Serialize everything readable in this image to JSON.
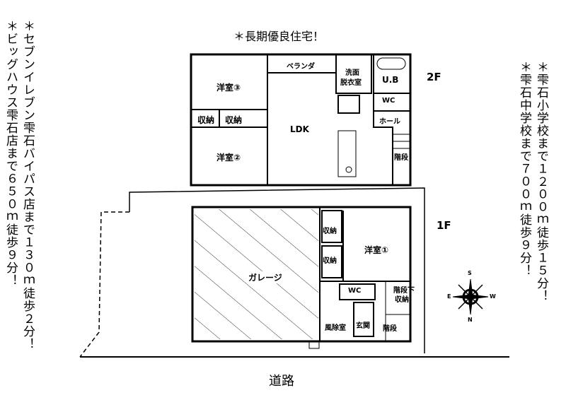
{
  "title": "＊長期優良住宅！",
  "left_notes": [
    "＊セブンイレブン雫石バイパス店まで１３０ｍ徒歩２分！",
    "＊ビッグハウス雫石店まで６５０ｍ徒歩９分！"
  ],
  "right_notes": [
    "＊雫石小学校まで１２００ｍ徒歩１５分！",
    "＊雫石中学校まで７００ｍ徒歩９分！"
  ],
  "floor2": {
    "label": "2F",
    "rooms": {
      "yoshitsu3": "洋室③",
      "yoshitsu2": "洋室②",
      "storage_a": "収納",
      "storage_b": "収納",
      "ldk": "LDK",
      "veranda": "ベランダ",
      "washroom1": "洗面",
      "washroom2": "脱衣室",
      "bath": "U.B",
      "wc": "WC",
      "hall": "ホール",
      "stairs": "階段"
    }
  },
  "floor1": {
    "label": "1F",
    "rooms": {
      "garage": "ガレージ",
      "storage_a": "収納",
      "storage_b": "収納",
      "yoshitsu1": "洋室①",
      "wc": "WC",
      "under_stairs1": "階段下",
      "under_stairs2": "収納",
      "windbreak": "風除室",
      "entrance": "玄関",
      "stairs": "階段"
    }
  },
  "road": "道路",
  "compass": {
    "n": "N",
    "s": "S",
    "e": "E",
    "w": "W"
  }
}
